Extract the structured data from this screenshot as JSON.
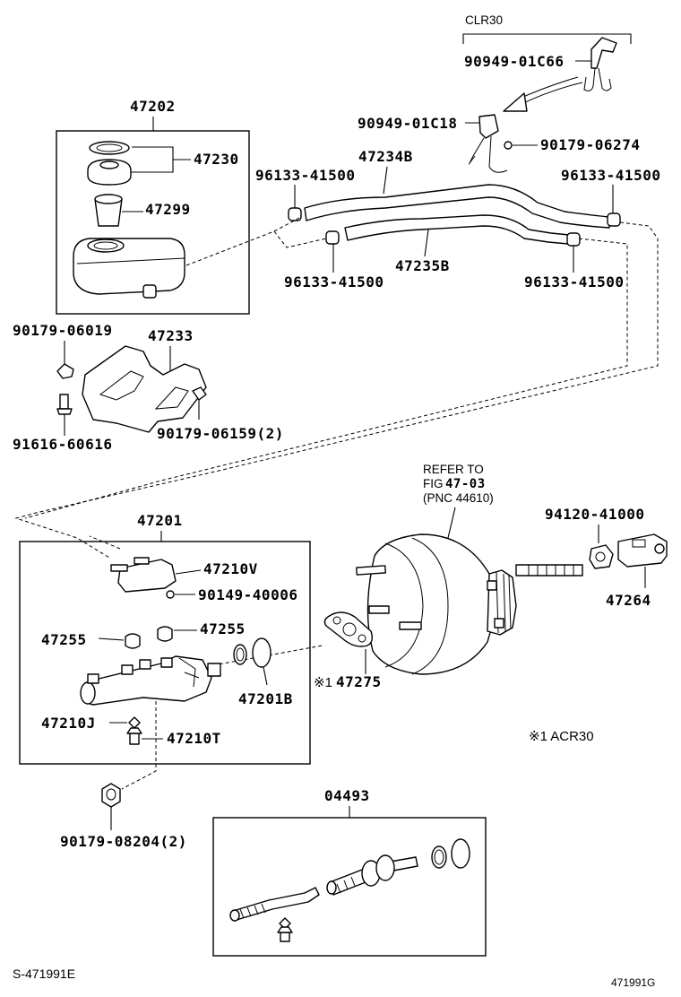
{
  "labels": {
    "clr30": "CLR30",
    "clip_top": "90949-01C66",
    "clip_mid": "90949-01C18",
    "bolt_top": "90179-06274",
    "hose_upper": "47234B",
    "hose_lower": "47235B",
    "clamp_tl": "96133-41500",
    "clamp_tr": "96133-41500",
    "clamp_bl": "96133-41500",
    "clamp_br": "96133-41500",
    "reservoir_assy": "47202",
    "cap": "47230",
    "strainer": "47299",
    "nut_bracket": "90179-06019",
    "bracket": "47233",
    "bolt_bracket": "91616-60616",
    "nut_bracket2": "90179-06159(2)",
    "refer_1": "REFER TO",
    "refer_2": "FIG",
    "refer_fig": "47-03",
    "refer_3": "(PNC 44610)",
    "nut_clevis": "94120-41000",
    "clevis": "47264",
    "master_cyl_assy": "47201",
    "union": "47210V",
    "screw": "90149-40006",
    "grommet_a": "47255",
    "grommet_b": "47255",
    "oring": "47201B",
    "gasket_mark": "※1",
    "gasket": "47275",
    "plug_j": "47210J",
    "plug_t": "47210T",
    "note": "※1 ACR30",
    "nut_bottom": "90179-08204(2)",
    "kit": "04493",
    "sheet_left": "S-471991E",
    "sheet_right": "471991G"
  }
}
